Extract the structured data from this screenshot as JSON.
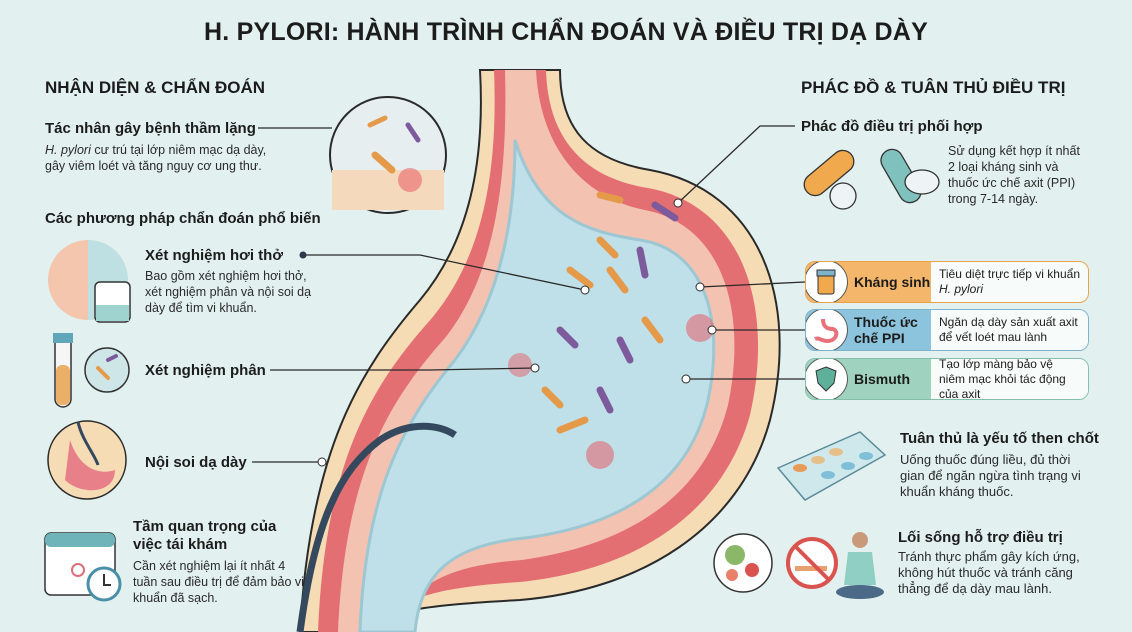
{
  "title": "H. PYLORI: HÀNH TRÌNH CHẨN ĐOÁN VÀ ĐIỀU TRỊ DẠ DÀY",
  "left": {
    "heading": "NHẬN DIỆN & CHẨN ĐOÁN",
    "pathogen": {
      "title": "Tác nhân gây bệnh thầm lặng",
      "desc_italic": "H. pylori",
      "desc": " cư trú tại lớp niêm mạc dạ dày, gây viêm loét và tăng nguy cơ ung thư."
    },
    "methods_heading": "Các phương pháp chẩn đoán phổ biến",
    "breath": {
      "title": "Xét nghiệm hơi thở",
      "desc": "Bao gồm xét nghiệm hơi thở, xét nghiệm phân và nội soi dạ dày để tìm vi khuẩn."
    },
    "stool": {
      "title": "Xét nghiệm phân"
    },
    "endoscopy": {
      "title": "Nội soi dạ dày"
    },
    "followup": {
      "title": "Tầm quan trọng của việc tái khám",
      "desc": "Cần xét nghiệm lại ít nhất 4 tuần sau điều trị để đảm bảo vi khuẩn đã sạch."
    }
  },
  "right": {
    "heading": "PHÁC ĐỒ & TUÂN THỦ ĐIỀU TRỊ",
    "regimen": {
      "title": "Phác đồ điều trị phối hợp",
      "desc": "Sử dụng kết hợp ít nhất 2 loại kháng sinh và thuốc ức chế axit (PPI) trong 7-14 ngày."
    },
    "drugs": [
      {
        "label": "Kháng sinh",
        "desc": "Tiêu diệt trực tiếp vi khuẩn ",
        "desc_italic": "H. pylori",
        "color": "#f4b66a",
        "border": "#e9a24c"
      },
      {
        "label": "Thuốc ức chế PPI",
        "desc": "Ngăn dạ dày sản xuất axit để vết loét mau lành",
        "desc_italic": "",
        "color": "#8cc3dd",
        "border": "#7fb3c9"
      },
      {
        "label": "Bismuth",
        "desc": "Tạo lớp màng bảo vệ niêm mạc khỏi tác động của axit",
        "desc_italic": "",
        "color": "#9fd3bf",
        "border": "#86bfa9"
      }
    ],
    "adherence": {
      "title": "Tuân thủ là yếu tố then chốt",
      "desc": "Uống thuốc đúng liều, đủ thời gian để ngăn ngừa tình trạng vi khuẩn kháng thuốc."
    },
    "lifestyle": {
      "title": "Lối sống hỗ trợ điều trị",
      "desc": "Tránh thực phẩm gây kích ứng, không hút thuốc và tránh căng thẳng để dạ dày mau lành."
    }
  }
}
